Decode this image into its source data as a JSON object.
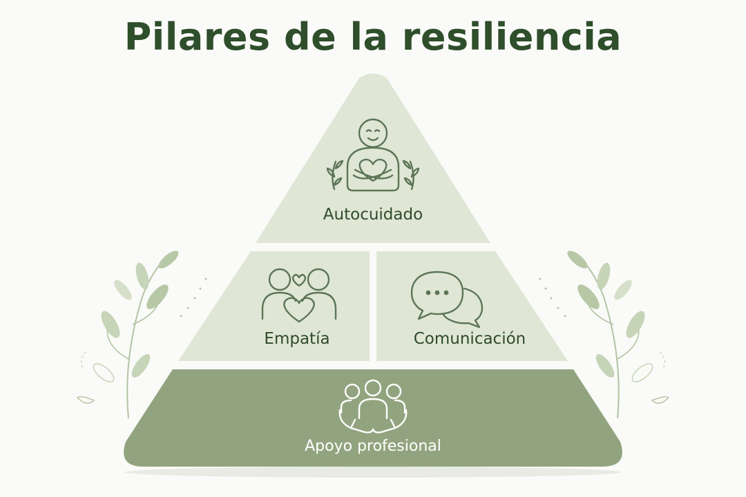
{
  "title": "Pilares de la resiliencia",
  "colors": {
    "background": "#fafbf8",
    "title": "#2f4e2b",
    "tier_light": "#dfe6d5",
    "tier_base": "#92a47f",
    "icon_stroke": "#5b7456",
    "leaf": "#a9bc98"
  },
  "pillars": [
    {
      "label": "Autocuidado",
      "icon": "self-hug-icon"
    },
    {
      "label": "Empatía",
      "icon": "two-people-heart-icon"
    },
    {
      "label": "Comunicación",
      "icon": "speech-bubbles-icon"
    },
    {
      "label": "Apoyo profesional",
      "icon": "supportive-hands-group-icon"
    }
  ]
}
